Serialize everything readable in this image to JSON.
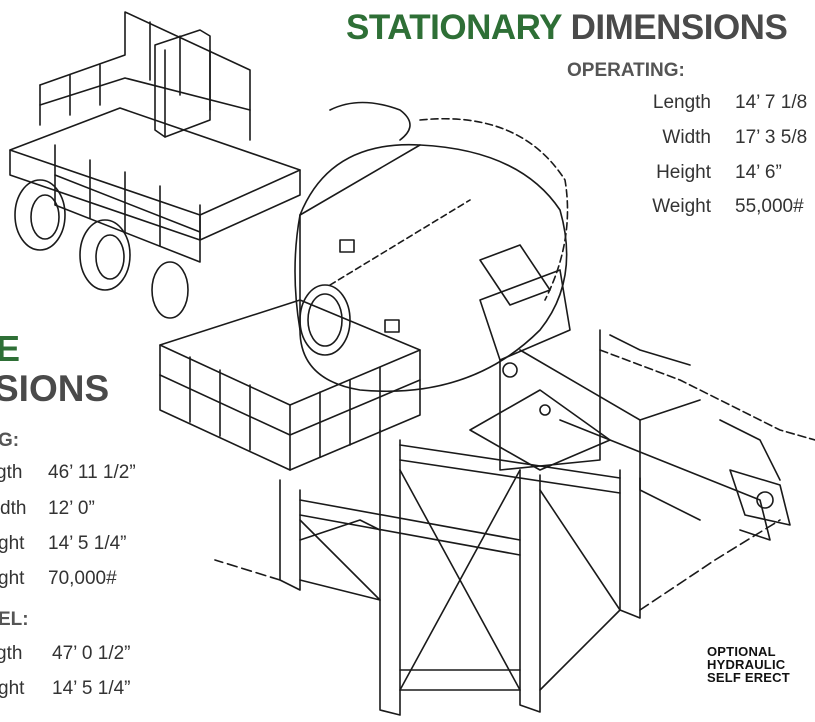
{
  "stationary": {
    "title_accent": "STATIONARY",
    "title_rest": " DIMENSIONS",
    "subtitle": "OPERATING:",
    "specs": [
      {
        "label": "Length",
        "value": "14’ 7 1/8"
      },
      {
        "label": "Width",
        "value": "17’ 3 5/8"
      },
      {
        "label": "Height",
        "value": "14’ 6”"
      },
      {
        "label": "Weight",
        "value": "55,000#"
      }
    ]
  },
  "portable": {
    "title_accent": "E",
    "title_rest": "SIONS",
    "operating_label": "G:",
    "operating_specs": [
      {
        "label": "gth",
        "value": "46’ 11 1/2”"
      },
      {
        "label": "dth",
        "value": "12’ 0”"
      },
      {
        "label": "ght",
        "value": "14’ 5 1/4”"
      },
      {
        "label": "ght",
        "value": "70,000#"
      }
    ],
    "travel_label": "EL:",
    "travel_specs": [
      {
        "label": "gth",
        "value": "47’ 0 1/2”"
      },
      {
        "label": "ght",
        "value": "14’ 5 1/4”"
      }
    ]
  },
  "note": {
    "line1": "OPTIONAL",
    "line2": "HYDRAULIC",
    "line3": "SELF ERECT"
  }
}
